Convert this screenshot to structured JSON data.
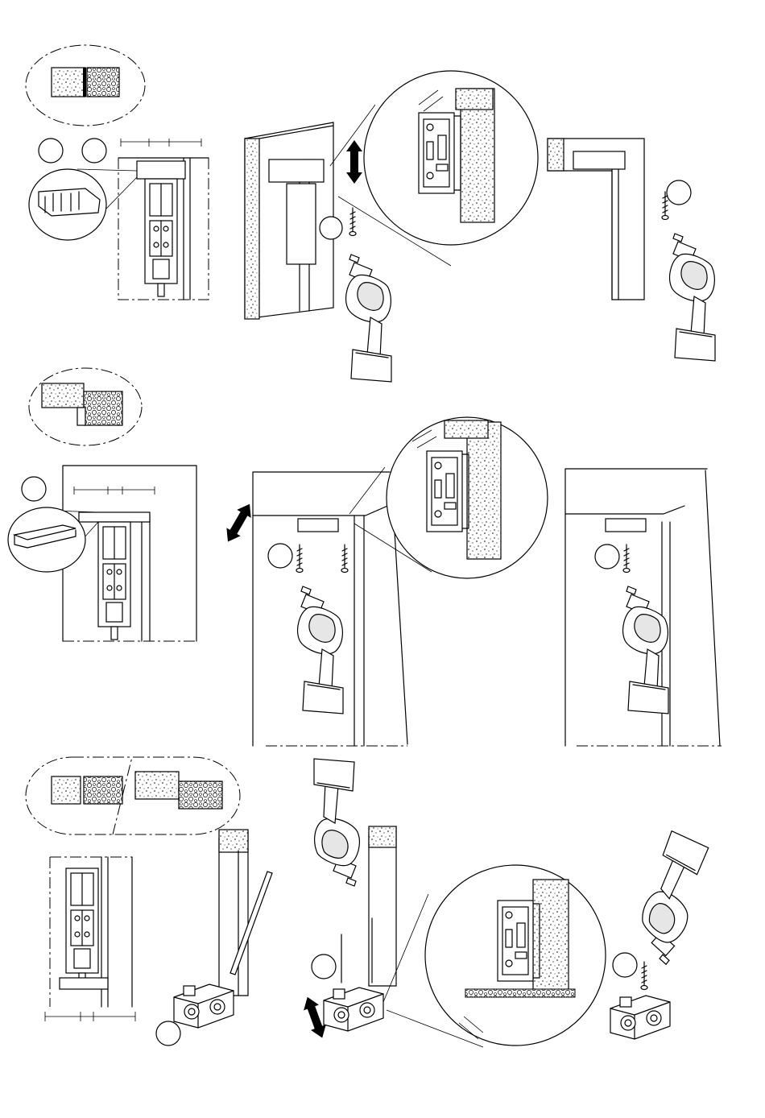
{
  "figure": {
    "rows": [
      {
        "section_profile": "wall-to-frame-flush",
        "steps": [
          "mark-position",
          "fix-bracket",
          "mount-frame"
        ],
        "step_callouts": [
          "",
          "",
          "",
          ""
        ]
      },
      {
        "section_profile": "wall-to-frame-offset",
        "steps": [
          "mark-position",
          "drill-and-plug",
          "screw-bracket"
        ],
        "step_callouts": [
          "",
          "",
          ""
        ]
      },
      {
        "section_profile": "floor-bracket-two-variants",
        "steps": [
          "mark-floor",
          "drill-floor",
          "screw-floor-bracket"
        ],
        "step_callouts": [
          "",
          "",
          ""
        ]
      }
    ],
    "icons": [
      "detail-magnifier-icon",
      "drill-icon",
      "screw-icon",
      "adjust-arrow-icon",
      "pencil-icon"
    ]
  }
}
